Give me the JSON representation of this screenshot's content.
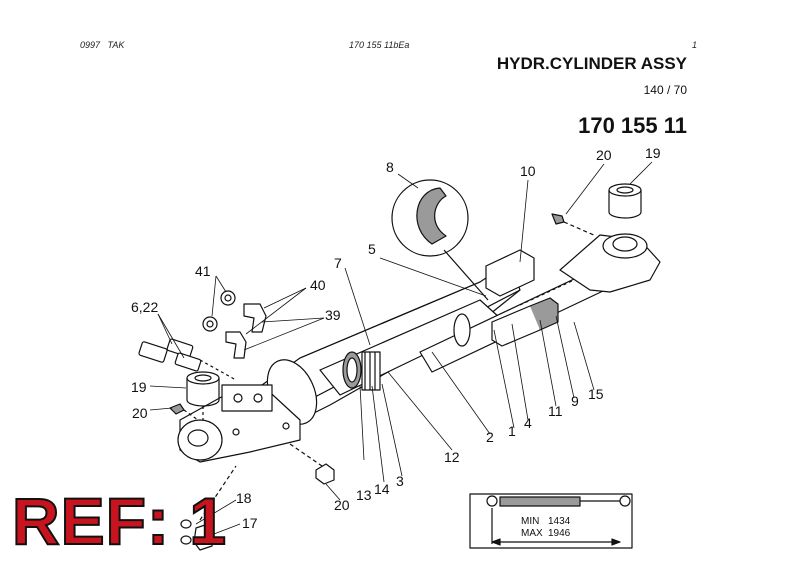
{
  "header": {
    "date_code": "0997",
    "author": "TAK",
    "doc_code": "170 155 11bEa",
    "page": "1"
  },
  "title": "HYDR.CYLINDER ASSY",
  "size": "140 / 70",
  "part_number": "170 155 11",
  "callouts": {
    "c1": "1",
    "c2": "2",
    "c3": "3",
    "c4": "4",
    "c5": "5",
    "c622": "6,22",
    "c7": "7",
    "c8": "8",
    "c9": "9",
    "c10": "10",
    "c11": "11",
    "c12": "12",
    "c13": "13",
    "c14": "14",
    "c15": "15",
    "c17": "17",
    "c18": "18",
    "c19a": "19",
    "c19b": "19",
    "c20a": "20",
    "c20b": "20",
    "c20c": "20",
    "c39": "39",
    "c40": "40",
    "c41": "41"
  },
  "dimension": {
    "min_label": "MIN",
    "min_value": "1434",
    "max_label": "MAX",
    "max_value": "1946"
  },
  "ref_badge": "REF: 1",
  "colors": {
    "ref": "#c8141e",
    "line": "#111111",
    "shade": "#9a9a9a"
  }
}
